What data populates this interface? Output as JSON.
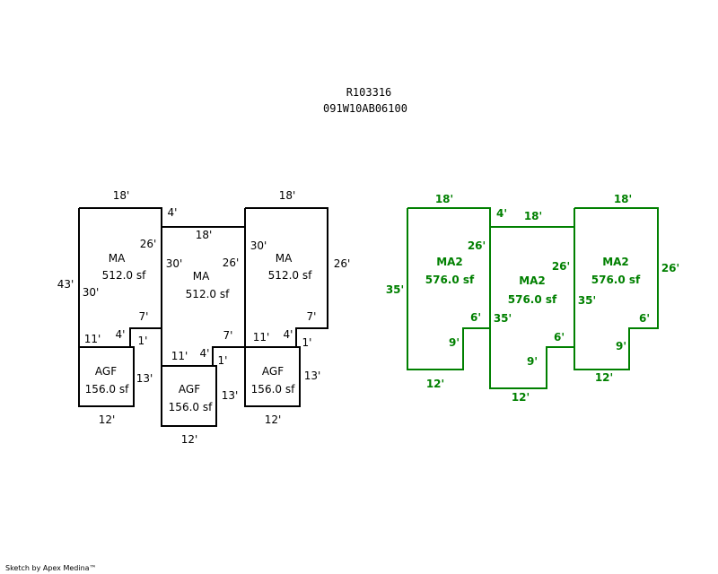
{
  "header": {
    "line1": "R103316",
    "line2": "091W10AB06100"
  },
  "left_sketch": {
    "unit1": {
      "ma": {
        "label": "MA",
        "area": "512.0 sf"
      },
      "agf": {
        "label": "AGF",
        "area": "156.0 sf"
      },
      "dims": {
        "top": "18'",
        "left": "43'",
        "right_top": "26'",
        "inner_left": "30'",
        "step_top": "7'",
        "step_side": "4'",
        "step_small": "1'",
        "garage_top": "11'",
        "garage_right": "13'",
        "garage_bottom": "12'"
      }
    },
    "unit2": {
      "ma": {
        "label": "MA",
        "area": "512.0 sf"
      },
      "agf": {
        "label": "AGF",
        "area": "156.0 sf"
      },
      "dims": {
        "offset_top": "4'",
        "top": "18'",
        "left": "30'",
        "right": "26'",
        "step_top": "7'",
        "step_side": "4'",
        "step_small": "1'",
        "garage_top": "11'",
        "garage_right": "13'",
        "garage_bottom": "12'"
      }
    },
    "unit3": {
      "ma": {
        "label": "MA",
        "area": "512.0 sf"
      },
      "agf": {
        "label": "AGF",
        "area": "156.0 sf"
      },
      "dims": {
        "top": "18'",
        "left": "30'",
        "right": "26'",
        "step_top": "7'",
        "step_side": "4'",
        "step_small": "1'",
        "garage_top": "11'",
        "garage_right": "13'",
        "garage_bottom": "12'"
      }
    }
  },
  "right_sketch": {
    "unit1": {
      "label": "MA2",
      "area": "576.0 sf",
      "dims": {
        "top": "18'",
        "left": "35'",
        "right": "26'",
        "step_top": "6'",
        "step_side": "9'",
        "bottom": "12'"
      }
    },
    "unit2": {
      "label": "MA2",
      "area": "576.0 sf",
      "dims": {
        "offset_top": "4'",
        "top": "18'",
        "left": "35'",
        "right": "26'",
        "step_top": "6'",
        "step_side": "9'",
        "bottom": "12'"
      }
    },
    "unit3": {
      "label": "MA2",
      "area": "576.0 sf",
      "dims": {
        "top": "18'",
        "left": "35'",
        "right": "26'",
        "step_top": "6'",
        "step_side": "9'",
        "bottom": "12'"
      }
    }
  },
  "footer": {
    "credit": "Sketch by Apex Medina™"
  },
  "colors": {
    "outline_black": "#000000",
    "outline_green": "#008000"
  }
}
